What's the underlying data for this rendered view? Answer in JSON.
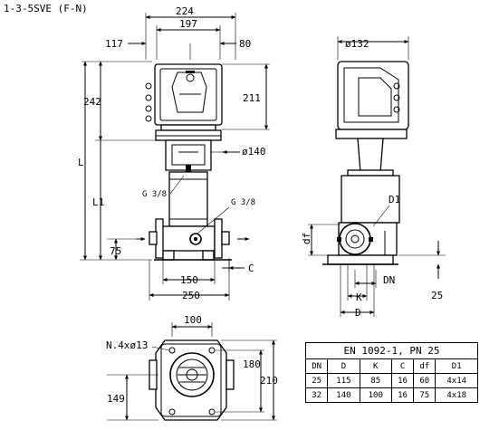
{
  "title": "1-3-5SVE (F-N)",
  "front_view": {
    "dims": {
      "d224": "224",
      "d197": "197",
      "d117": "117",
      "d80": "80",
      "d242": "242",
      "d211": "211",
      "d140": "ø140",
      "L": "L",
      "L1": "L1",
      "d75": "75",
      "d150": "150",
      "C": "C",
      "d250": "250",
      "g38a": "G 3/8",
      "g38b": "G 3/8"
    }
  },
  "side_view": {
    "dims": {
      "d132": "ø132",
      "D1": "D1",
      "df": "df",
      "K": "K",
      "D": "D",
      "DN": "DN",
      "d25": "25"
    }
  },
  "base_view": {
    "dims": {
      "d100": "100",
      "holes": "N.4xø13",
      "d180": "180",
      "d210": "210",
      "d149": "149"
    }
  },
  "table": {
    "title": "EN 1092-1, PN 25",
    "headers": [
      "DN",
      "D",
      "K",
      "C",
      "df",
      "D1"
    ],
    "rows": [
      [
        "25",
        "115",
        "85",
        "16",
        "60",
        "4x14"
      ],
      [
        "32",
        "140",
        "100",
        "16",
        "75",
        "4x18"
      ]
    ]
  }
}
